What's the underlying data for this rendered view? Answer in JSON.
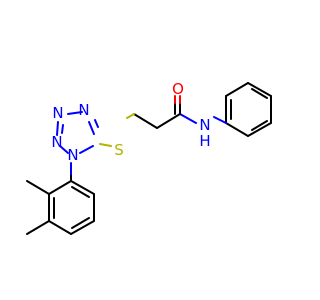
{
  "colors": {
    "bond": "#000000",
    "nitrogen": "#0000ff",
    "oxygen": "#ff0000",
    "sulfur": "#b3b300",
    "background": "#ffffff"
  },
  "atoms": {
    "o1": "O",
    "n_amide": "N",
    "h_amide": "H",
    "s1": "S",
    "n1": "N",
    "n2": "N",
    "n3": "N",
    "n4": "N"
  }
}
